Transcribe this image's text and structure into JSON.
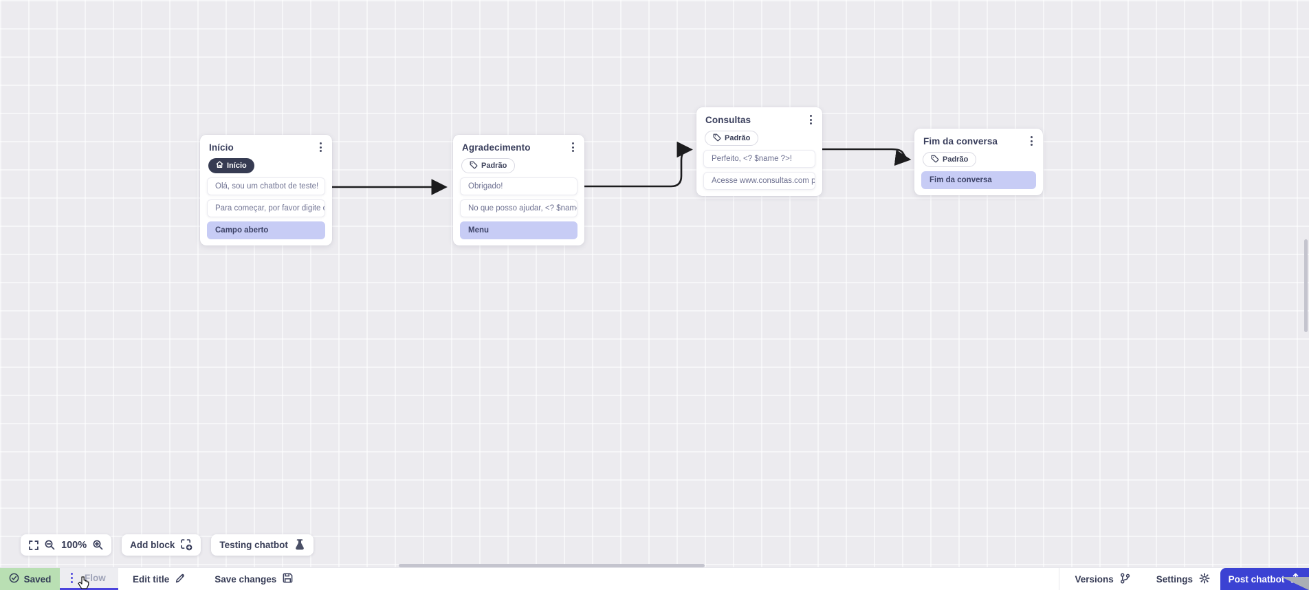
{
  "canvas": {
    "nodes": [
      {
        "title": "Início",
        "badge": {
          "label": "Início",
          "variant": "start"
        },
        "blocks": [
          {
            "text": "Olá, sou um chatbot de teste!",
            "highlight": false
          },
          {
            "text": "Para começar, por favor digite o ...",
            "highlight": false
          },
          {
            "text": "Campo aberto",
            "highlight": true
          }
        ]
      },
      {
        "title": "Agradecimento",
        "badge": {
          "label": "Padrão",
          "variant": "default"
        },
        "blocks": [
          {
            "text": "Obrigado!",
            "highlight": false
          },
          {
            "text": "No que posso ajudar, <? $name ...",
            "highlight": false
          },
          {
            "text": "Menu",
            "highlight": true
          }
        ]
      },
      {
        "title": "Consultas",
        "badge": {
          "label": "Padrão",
          "variant": "default"
        },
        "blocks": [
          {
            "text": "Perfeito, <? $name ?>!",
            "highlight": false
          },
          {
            "text": "Acesse www.consultas.com par...",
            "highlight": false
          }
        ]
      },
      {
        "title": "Fim da conversa",
        "badge": {
          "label": "Padrão",
          "variant": "default"
        },
        "blocks": [
          {
            "text": "Fim da conversa",
            "highlight": true
          }
        ]
      }
    ]
  },
  "toolbar": {
    "zoom_level": "100%",
    "add_block_label": "Add block",
    "testing_chatbot_label": "Testing chatbot"
  },
  "bottom_bar": {
    "saved_label": "Saved",
    "flow_tab_label": "Flow",
    "edit_title_label": "Edit title",
    "save_changes_label": "Save changes",
    "versions_label": "Versions",
    "settings_label": "Settings",
    "post_chatbot_label": "Post chatbot"
  },
  "colors": {
    "accent_indigo": "#4b44dd",
    "post_button_blue": "#3b42d3",
    "saved_green_bg": "#b9dfb3",
    "highlight_lavender": "#c7ccf5",
    "badge_dark": "#363b52",
    "connector_black": "#1c1c1e",
    "canvas_bg": "#ecebef"
  }
}
